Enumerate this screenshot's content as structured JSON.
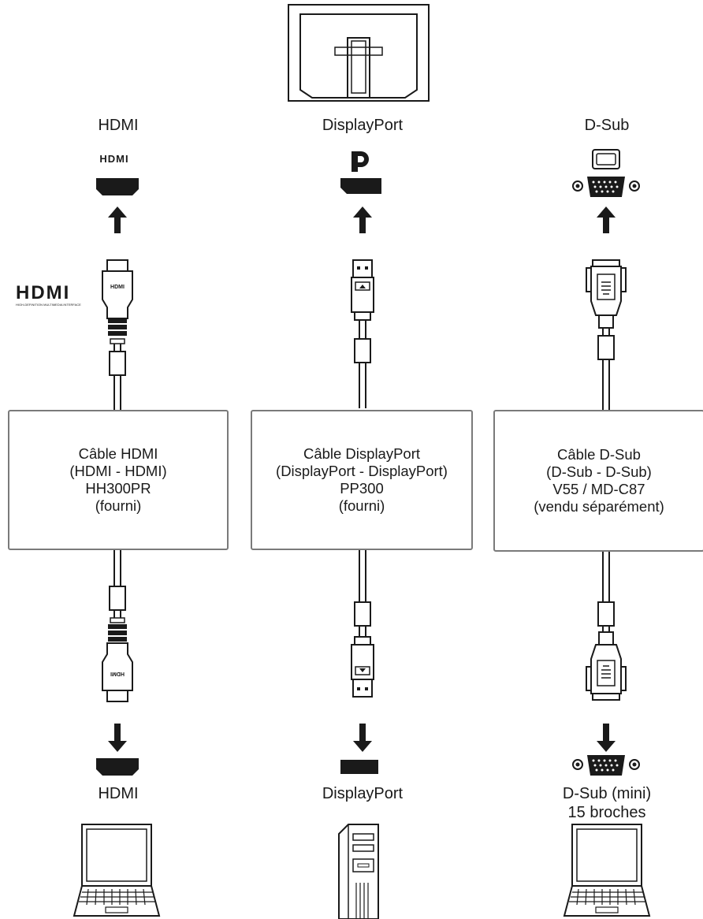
{
  "columns": {
    "hdmi": {
      "top_label": "HDMI",
      "top_logo_text": "HDMI",
      "side_logo_text": "HDMI",
      "side_logo_subtext": "HIGH-DEFINITION MULTIMEDIA INTERFACE",
      "connector_text_top": "HDMI",
      "connector_text_bottom": "HDMI",
      "cable_lines": [
        "Câble HDMI",
        "(HDMI - HDMI)",
        "HH300PR",
        "(fourni)"
      ],
      "bottom_label": "HDMI"
    },
    "displayport": {
      "top_label": "DisplayPort",
      "cable_lines": [
        "Câble DisplayPort",
        "(DisplayPort - DisplayPort)",
        "PP300",
        "(fourni)"
      ],
      "bottom_label": "DisplayPort"
    },
    "dsub": {
      "top_label": "D-Sub",
      "cable_lines": [
        "Câble D-Sub",
        "(D-Sub - D-Sub)",
        "V55 / MD-C87",
        "(vendu séparément)"
      ],
      "bottom_label_lines": [
        "D-Sub (mini)",
        "15 broches"
      ]
    }
  },
  "colors": {
    "stroke": "#1a1a1a",
    "box_border": "#7a7a7a",
    "background": "#ffffff"
  },
  "icons": [
    "monitor-back-icon",
    "hdmi-logo-icon",
    "displayport-logo-icon",
    "vga-port-icon",
    "laptop-icon",
    "desktop-tower-icon"
  ]
}
